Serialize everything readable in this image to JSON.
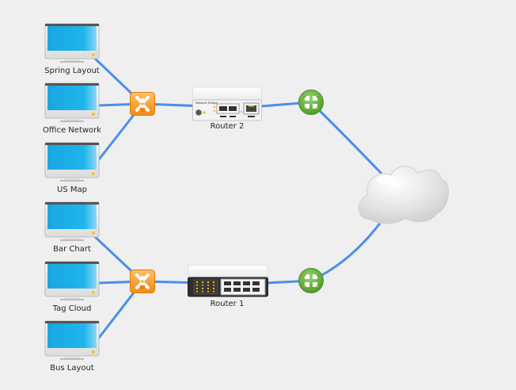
{
  "diagram": {
    "type": "network-topology",
    "link_color": "#4a8fe8",
    "computers": [
      {
        "id": "pc1",
        "label": "Spring Layout",
        "connects_to": "switch-top"
      },
      {
        "id": "pc2",
        "label": "Office Network",
        "connects_to": "switch-top"
      },
      {
        "id": "pc3",
        "label": "US Map",
        "connects_to": "switch-top"
      },
      {
        "id": "pc4",
        "label": "Bar Chart",
        "connects_to": "switch-bottom"
      },
      {
        "id": "pc5",
        "label": "Tag Cloud",
        "connects_to": "switch-bottom"
      },
      {
        "id": "pc6",
        "label": "Bus Layout",
        "connects_to": "switch-bottom"
      }
    ],
    "switches": [
      {
        "id": "switch-top",
        "connects_to": "router-2",
        "color": "#f5a23a"
      },
      {
        "id": "switch-bottom",
        "connects_to": "router-1",
        "color": "#f5a23a"
      }
    ],
    "routers": [
      {
        "id": "router-2",
        "label": "Router 2",
        "device_caption": "Network Bridge",
        "connects_to": "hub-top"
      },
      {
        "id": "router-1",
        "label": "Router 1",
        "connects_to": "hub-bottom"
      }
    ],
    "hubs": [
      {
        "id": "hub-top",
        "connects_to": "cloud",
        "color": "#6ab04c"
      },
      {
        "id": "hub-bottom",
        "connects_to": "cloud",
        "color": "#6ab04c"
      }
    ],
    "cloud": {
      "id": "cloud",
      "label": ""
    }
  }
}
